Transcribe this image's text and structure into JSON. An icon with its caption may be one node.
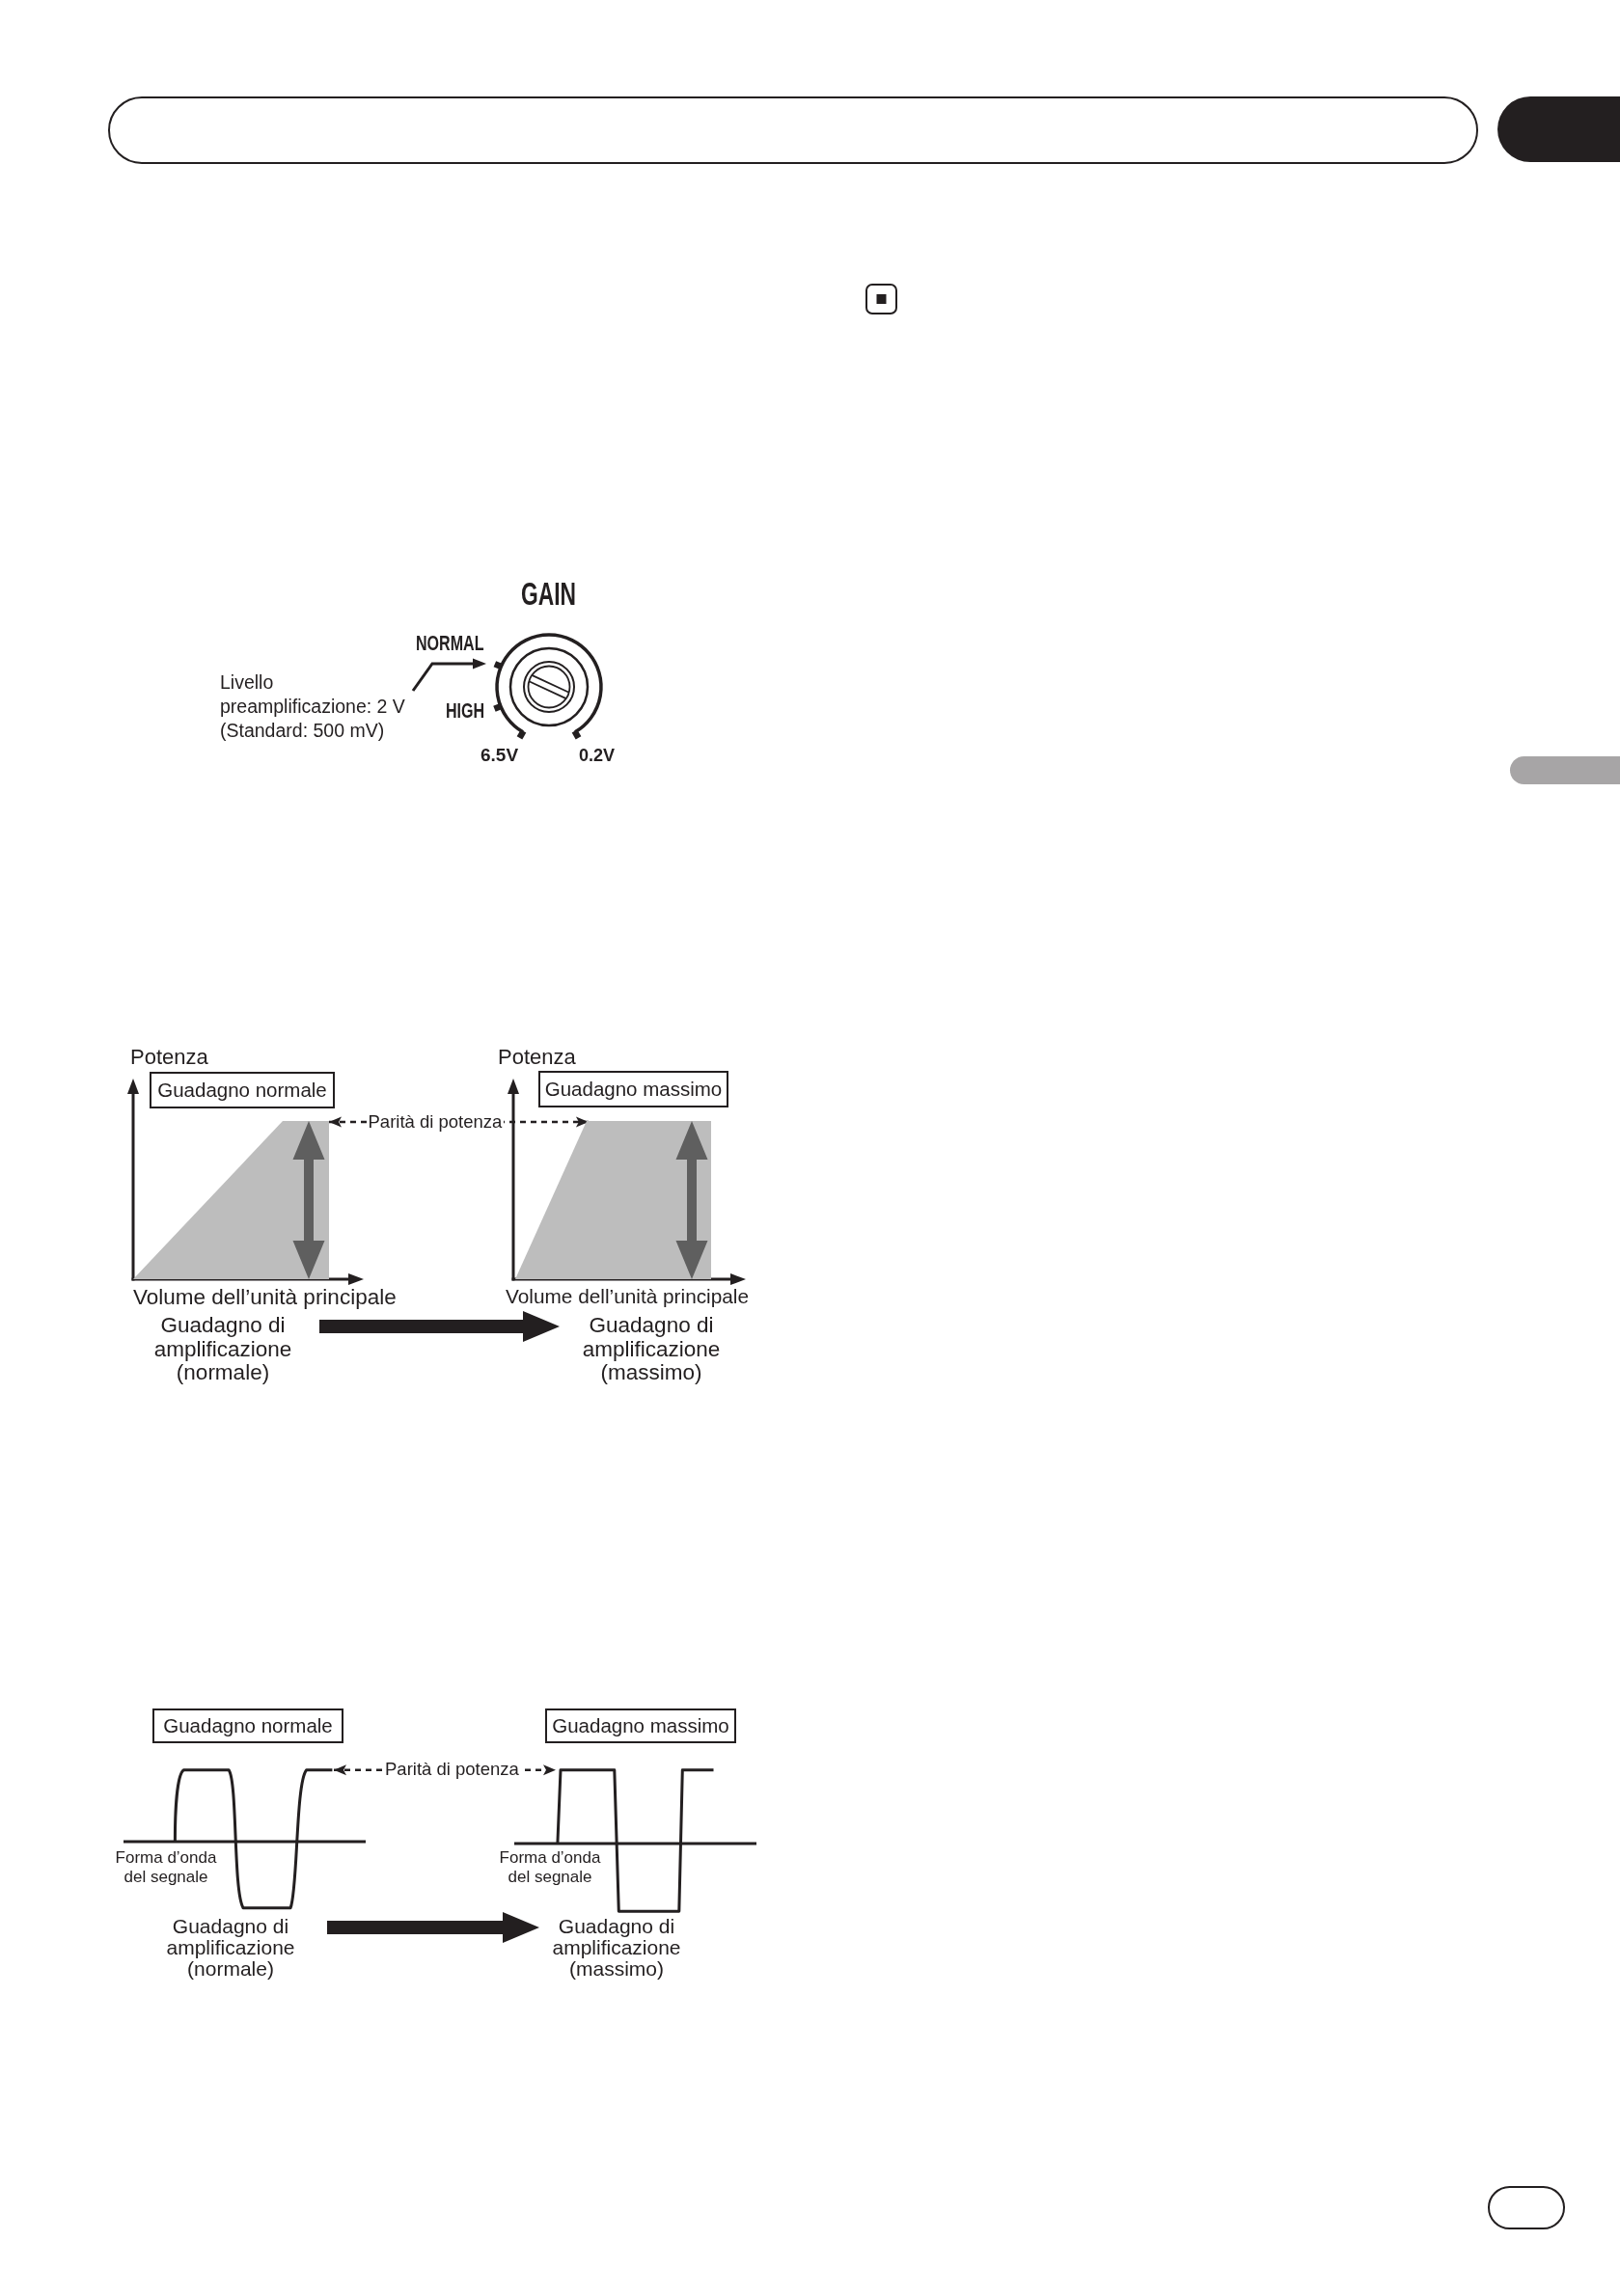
{
  "diagram": {
    "nodes": [
      {
        "text": [],
        "shape": "box"
      },
      {
        "text": [
          "Livello preamplificazione: 2 V (Standard: 500 mV)"
        ]
      },
      {
        "text": [],
        "shape": "circle",
        "beside": [
          "GAIN"
        ]
      },
      {
        "text": [],
        "shape": "box"
      },
      {
        "text": [],
        "shape": "picture",
        "beside": [
          "Potenza",
          "Volume dell’unità principale"
        ]
      },
      {
        "text": [
          "Guadagno normale"
        ],
        "in": 4
      },
      {
        "text": [],
        "shape": "polygon",
        "in": 4
      },
      {
        "text": [],
        "shape": "picture",
        "beside": [
          "Potenza",
          "Volume dell’unità principale"
        ]
      },
      {
        "text": [
          "Guadagno massimo"
        ],
        "in": 7
      },
      {
        "text": [],
        "shape": "polygon",
        "in": 7
      },
      {
        "text": [
          "Guadagno di amplificazione (normale)"
        ]
      },
      {
        "text": [
          "Guadagno di amplificazione (massimo)"
        ]
      },
      {
        "text": [
          "Guadagno normale"
        ]
      },
      {
        "text": [
          "Guadagno massimo"
        ]
      },
      {
        "text": [],
        "shape": "picture",
        "beside": [
          "Forma d’onda del segnale"
        ]
      },
      {
        "text": [],
        "shape": "picture",
        "beside": [
          "Forma d’onda del segnale"
        ]
      },
      {
        "text": [
          "Guadagno di amplificazione (normale)"
        ]
      },
      {
        "text": [
          "Guadagno di amplificazione (massimo)"
        ]
      }
    ],
    "edges": [
      {
        "from": 1,
        "to": 2,
        "arrow": "to"
      },
      {
        "from": 6,
        "to": 9,
        "arrow": "both",
        "label": "Parità di potenza",
        "style": "dashed"
      },
      {
        "from": 10,
        "to": 11,
        "arrow": "to",
        "style": "thick"
      },
      {
        "from": 14,
        "to": 15,
        "arrow": "both",
        "label": "Parità di potenza",
        "style": "dashed"
      },
      {
        "from": 16,
        "to": 17,
        "arrow": "to",
        "style": "thick"
      }
    ],
    "labels": [
      "NORMAL",
      "HIGH",
      "6.5V",
      "0.2V"
    ]
  }
}
